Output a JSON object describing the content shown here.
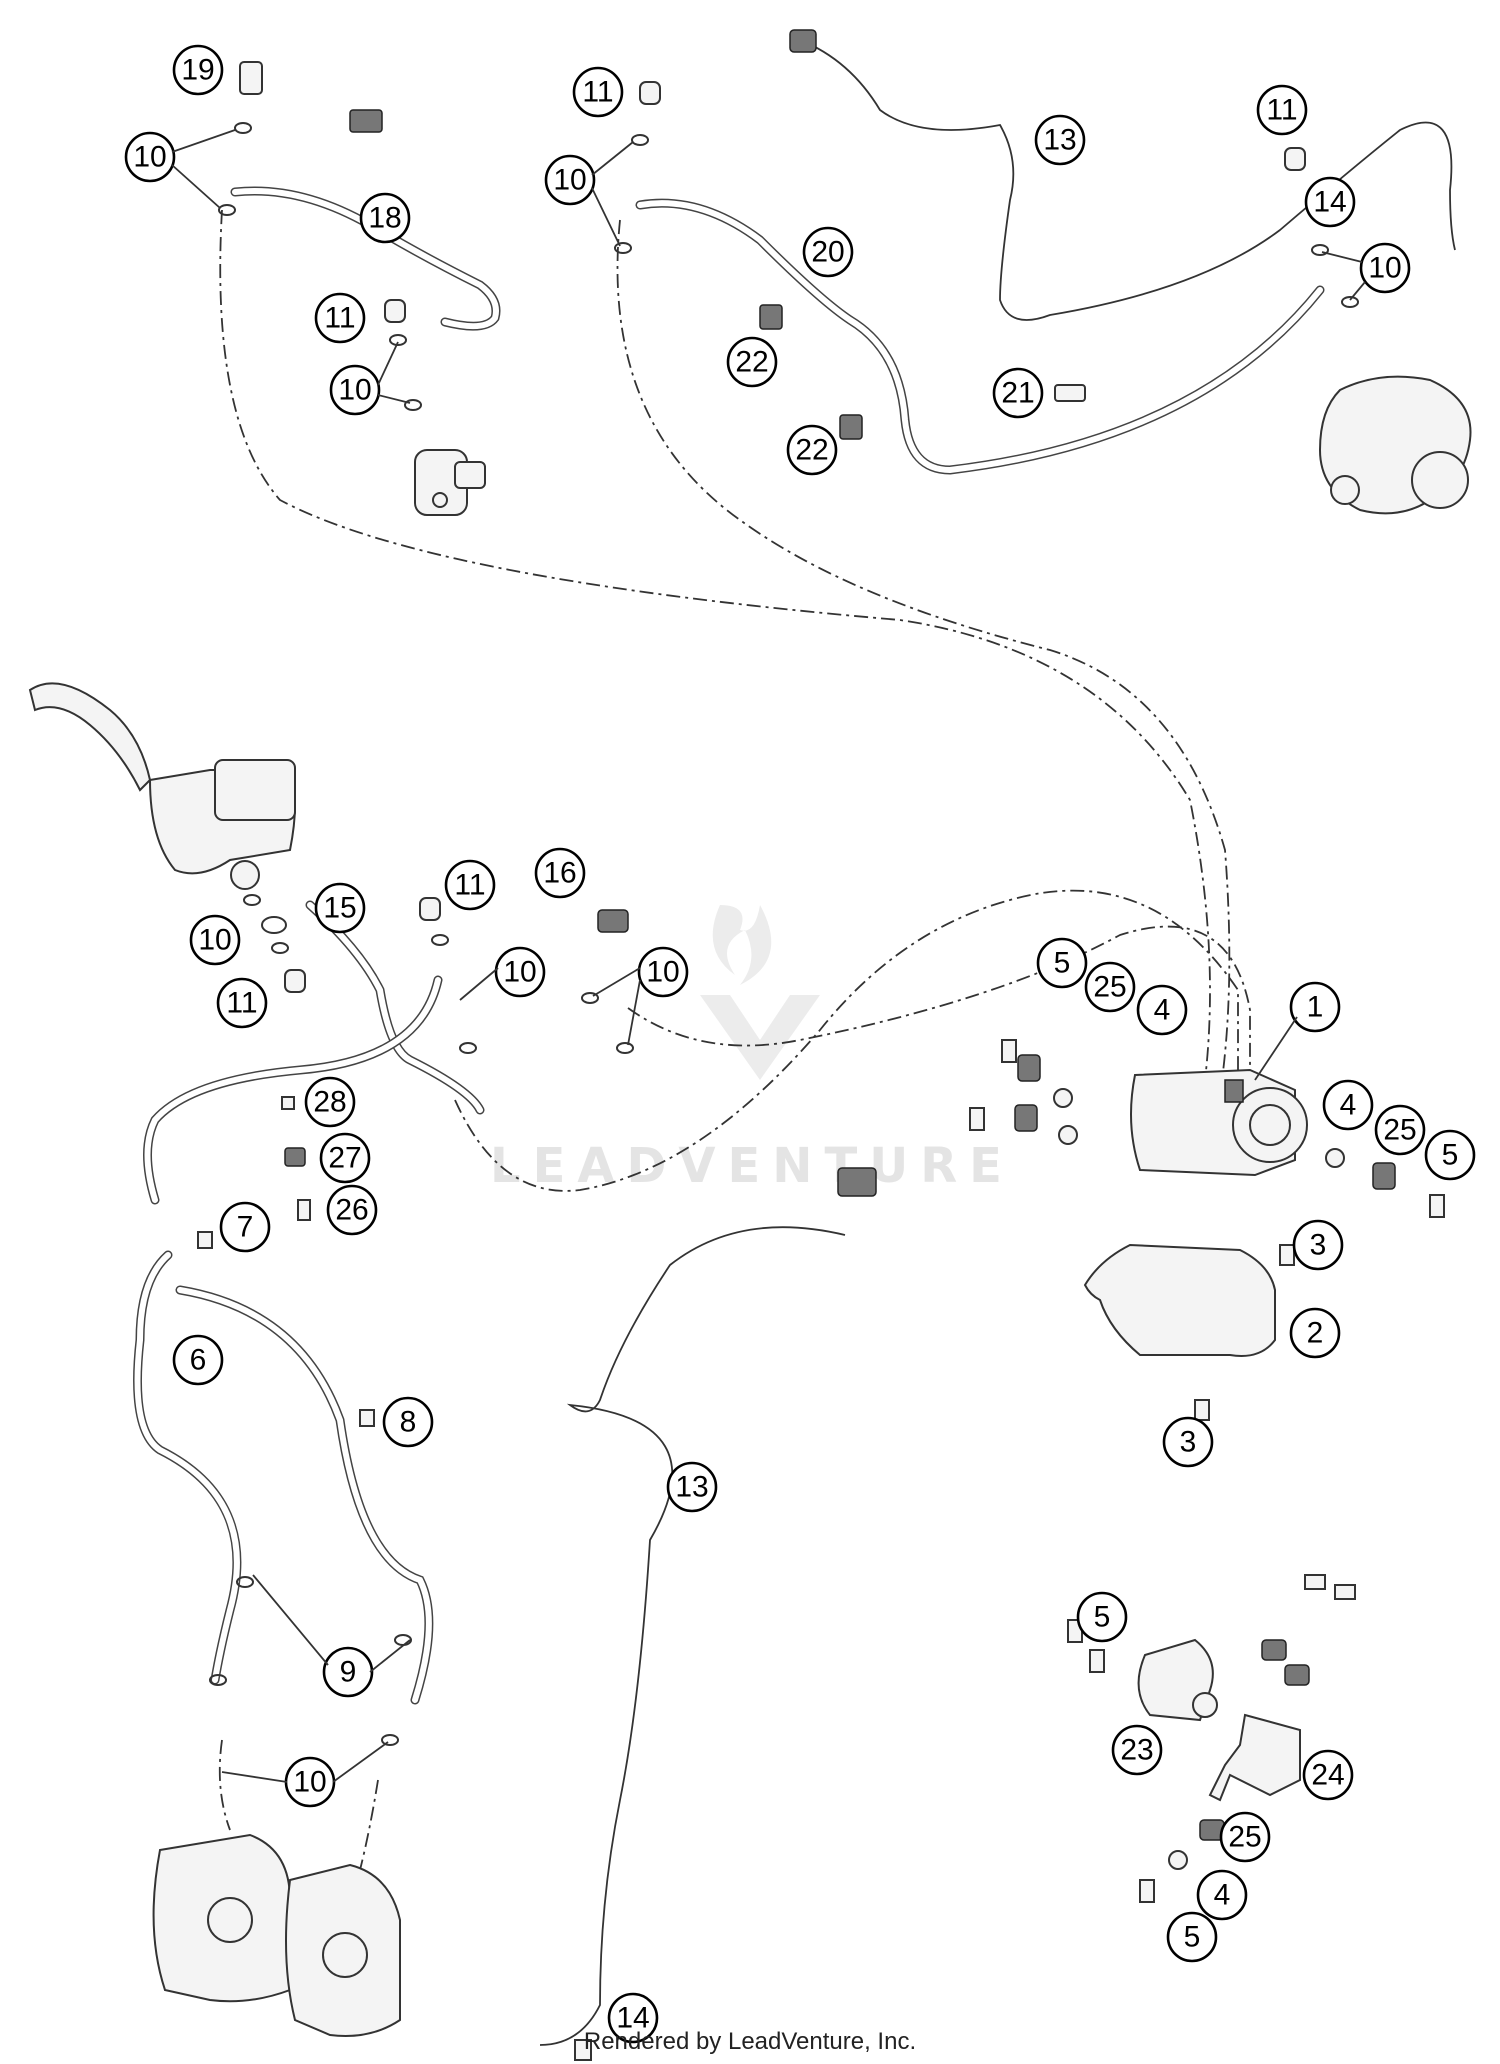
{
  "watermark": "LEADVENTURE",
  "footer": "Rendered by LeadVenture, Inc.",
  "callouts": [
    "19",
    "10",
    "18",
    "11",
    "10",
    "11",
    "10",
    "20",
    "13",
    "22",
    "22",
    "21",
    "11",
    "14",
    "10",
    "16",
    "11",
    "10",
    "15",
    "10",
    "11",
    "10",
    "28",
    "27",
    "26",
    "7",
    "6",
    "8",
    "9",
    "10",
    "10",
    "14",
    "13",
    "5",
    "25",
    "4",
    "1",
    "4",
    "25",
    "5",
    "3",
    "2",
    "3",
    "5",
    "23",
    "24",
    "25",
    "4",
    "5"
  ],
  "colors": {
    "line": "#333333",
    "background": "#ffffff",
    "watermark": "#e4e4e4"
  }
}
